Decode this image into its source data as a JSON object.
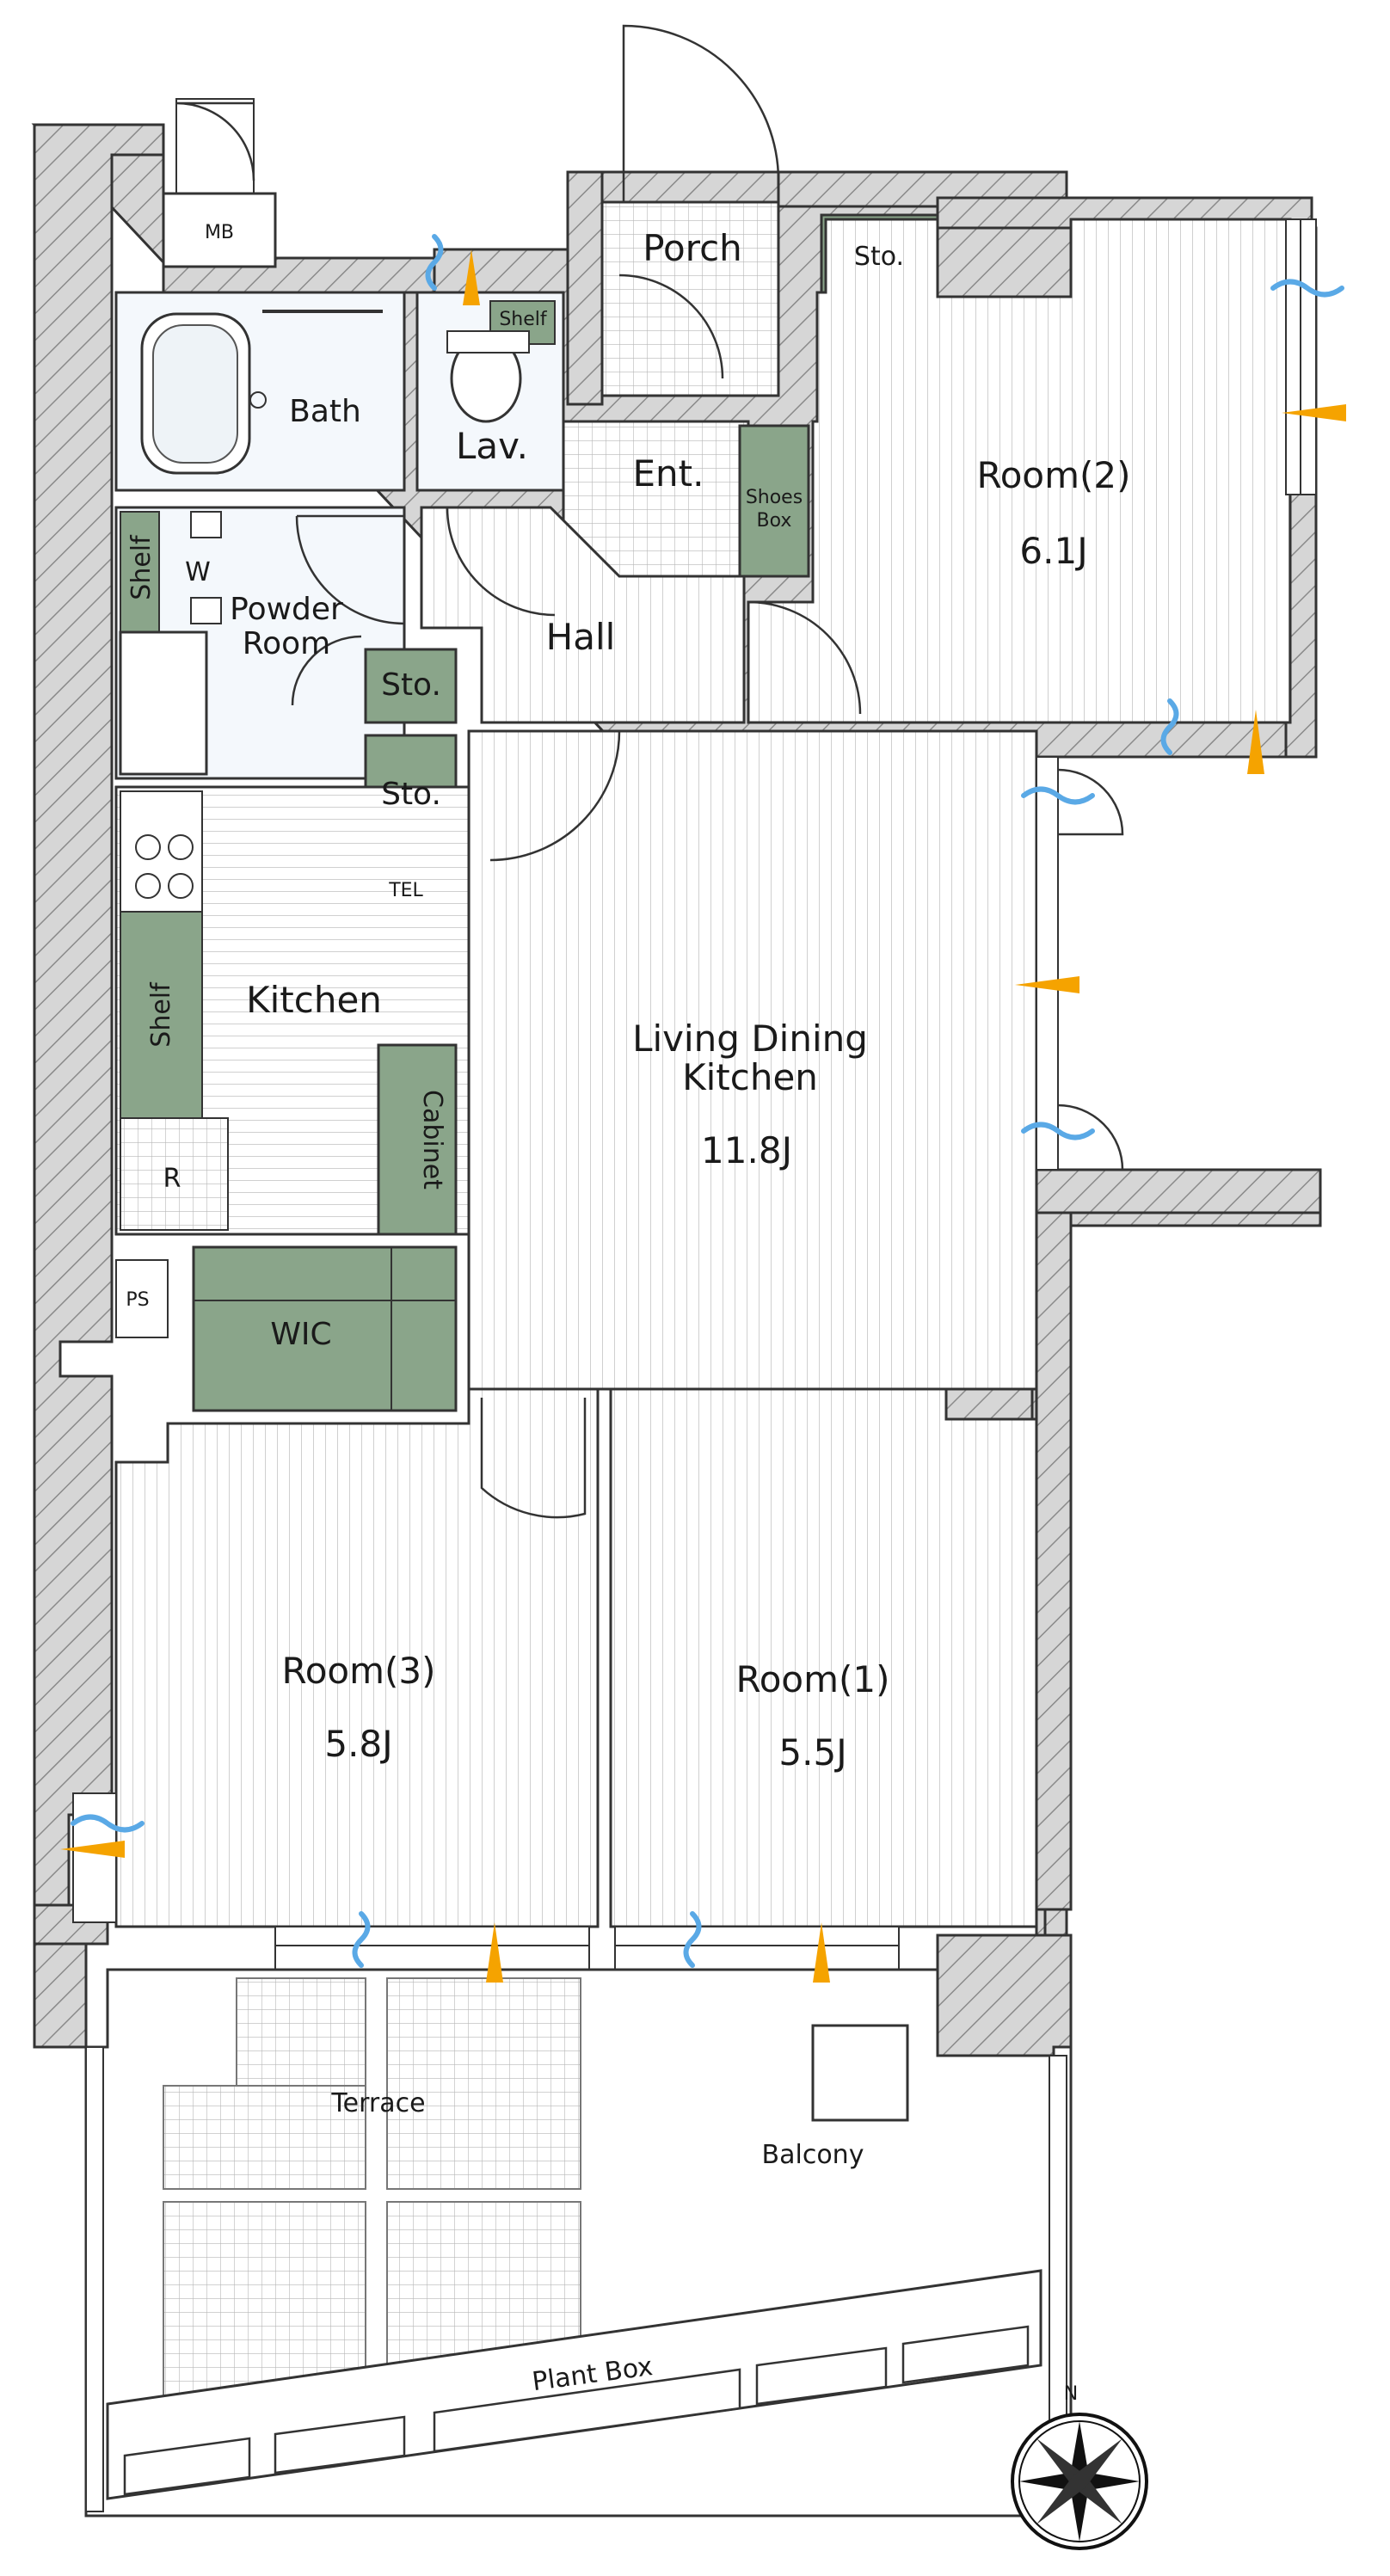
{
  "rooms": {
    "mb": "MB",
    "porch": "Porch",
    "sto_top": "Sto.",
    "bath": "Bath",
    "lav": "Lav.",
    "shelf_lav": "Shelf",
    "ent": "Ent.",
    "shoes_box_line1": "Shoes",
    "shoes_box_line2": "Box",
    "room2_name": "Room(2)",
    "room2_size": "6.1J",
    "shelf_powder": "Shelf",
    "w": "W",
    "powder_line1": "Powder",
    "powder_line2": "Room",
    "hall": "Hall",
    "sto_hall": "Sto.",
    "sto_kitchen": "Sto.",
    "tel": "TEL",
    "kitchen": "Kitchen",
    "shelf_kitchen": "Shelf",
    "ldk_line1": "Living Dining",
    "ldk_line2": "Kitchen",
    "ldk_size": "11.8J",
    "cabinet": "Cabinet",
    "r": "R",
    "ps": "PS",
    "wic": "WIC",
    "room3_name": "Room(3)",
    "room3_size": "5.8J",
    "room1_name": "Room(1)",
    "room1_size": "5.5J",
    "terrace": "Terrace",
    "balcony": "Balcony",
    "plant_box": "Plant Box",
    "compass_n": "N"
  },
  "colors": {
    "storage": "#8aa58a",
    "supply_arrow": "#f5a300",
    "exhaust_arrow": "#5aa9e6",
    "wall_line": "#333333"
  }
}
